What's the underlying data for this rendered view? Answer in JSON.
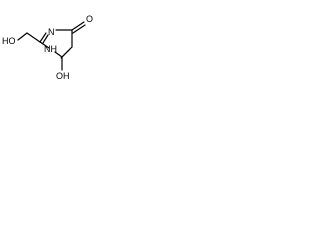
{
  "structure": {
    "labels": {
      "o_carbonyl": "O",
      "n_ring_top": "N",
      "nh_ring": "NH",
      "oh_left": "HO",
      "oh_bottom": "OH"
    },
    "colors": {
      "line": "#000000",
      "text": "#000000",
      "background": "#ffffff"
    }
  }
}
